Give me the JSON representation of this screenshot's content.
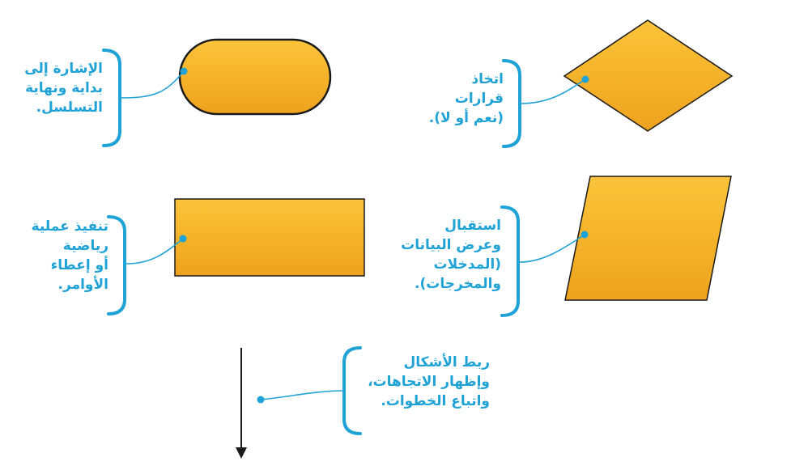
{
  "colors": {
    "accent": "#1fa2d6",
    "shape_fill_top": "#fbc43a",
    "shape_fill_bottom": "#eea21d",
    "shape_stroke": "#1a1a1a"
  },
  "items": [
    {
      "shape": "terminator",
      "text": "الإشارة إلى\nبداية ونهاية\nالتسلسل."
    },
    {
      "shape": "decision",
      "text": "اتخاذ\nقرارات\n(نعم أو لا)."
    },
    {
      "shape": "process",
      "text": "تنفيذ عملية\nرياضية\nأو إعطاء\nالأوامر."
    },
    {
      "shape": "input-output",
      "text": "استقبال\nوعرض البيانات\n(المدخلات\nوالمخرجات)."
    },
    {
      "shape": "flow-arrow",
      "text": "ربط الأشكال\nوإظهار الاتجاهات،\nواتباع الخطوات."
    }
  ]
}
